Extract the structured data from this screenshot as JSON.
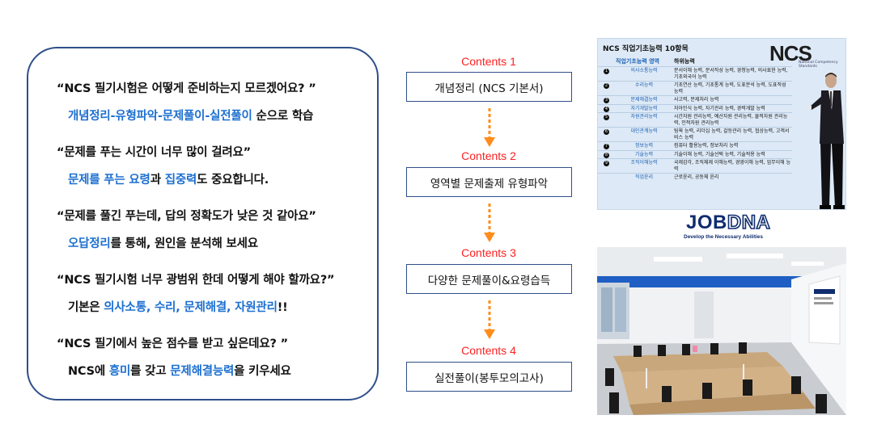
{
  "qa": [
    {
      "question": "“NCS 필기시험은 어떻게 준비하는지 모르겠어요? ”",
      "answer_parts": [
        {
          "text": "개념정리-유형파악-문제풀이-실전풀이",
          "hl": true
        },
        {
          "text": " 순으로 학습",
          "hl": false
        }
      ]
    },
    {
      "question": "“문제를 푸는 시간이 너무 많이 걸려요”",
      "answer_parts": [
        {
          "text": "문제를 푸는 요령",
          "hl": true
        },
        {
          "text": "과 ",
          "hl": false
        },
        {
          "text": "집중력",
          "hl": true
        },
        {
          "text": "도 중요합니다.",
          "hl": false
        }
      ]
    },
    {
      "question": "“문제를 풀긴 푸는데, 답의 정확도가 낮은 것 같아요”",
      "answer_parts": [
        {
          "text": "오답정리",
          "hl": true
        },
        {
          "text": "를 통해, 원인을 분석해 보세요",
          "hl": false
        }
      ]
    },
    {
      "question": "“NCS 필기시험 너무 광범위 한데 어떻게 해야 할까요?”",
      "answer_parts": [
        {
          "text": "기본은 ",
          "hl": false
        },
        {
          "text": "의사소통, 수리, 문제해결, 자원관리",
          "hl": true
        },
        {
          "text": "!!",
          "hl": false
        }
      ]
    },
    {
      "question": "“NCS 필기에서 높은 점수를 받고 싶은데요? ”",
      "answer_parts": [
        {
          "text": "NCS에 ",
          "hl": false
        },
        {
          "text": "흥미",
          "hl": true
        },
        {
          "text": "를  갖고 ",
          "hl": false
        },
        {
          "text": "문제해결능력",
          "hl": true
        },
        {
          "text": "을 키우세요",
          "hl": false
        }
      ]
    }
  ],
  "flow": [
    {
      "label": "Contents 1",
      "box": "개념정리 (NCS 기본서)"
    },
    {
      "label": "Contents 2",
      "box": "영역별 문제출제 유형파악"
    },
    {
      "label": "Contents 3",
      "box": "다양한 문제풀이&요령습득"
    },
    {
      "label": "Contents 4",
      "box": "실전풀이(봉투모의고사)"
    }
  ],
  "colors": {
    "accent_blue": "#1c6fd1",
    "label_red": "#ff1f1f",
    "arrow_orange": "#ff8c1a",
    "border_navy": "#2f4f8a"
  },
  "ncs_table": {
    "title": "NCS 직업기초능력 10항목",
    "logo": "NCS",
    "logo_sub": "National Competency Standards",
    "col_area": "직업기초능력 영역",
    "col_sub": "하위능력",
    "rows": [
      {
        "num": "1",
        "area": "의사소통능력",
        "sub": "문서이해 능력, 문서작성 능력, 경청능력, 의사표현 능력, 기초외국어 능력"
      },
      {
        "num": "2",
        "area": "수리능력",
        "sub": "기초연산 능력, 기초통계 능력, 도표분석 능력, 도표작성 능력"
      },
      {
        "num": "3",
        "area": "문제해결능력",
        "sub": "사고력, 문제처리 능력"
      },
      {
        "num": "4",
        "area": "자기개발능력",
        "sub": "자아인식 능력, 자기관리 능력, 경력개발 능력"
      },
      {
        "num": "5",
        "area": "자원관리능력",
        "sub": "시간자원 관리능력, 예산자원 관리능력, 물적자원 관리능력, 인적자원 관리능력"
      },
      {
        "num": "6",
        "area": "대인관계능력",
        "sub": "팀웍 능력, 리더십 능력, 갈등관리 능력, 협상능력, 고객서비스 능력"
      },
      {
        "num": "7",
        "area": "정보능력",
        "sub": "컴퓨터 활용능력, 정보처리 능력"
      },
      {
        "num": "8",
        "area": "기술능력",
        "sub": "기술이해 능력, 기술선택 능력, 기술적용 능력"
      },
      {
        "num": "9",
        "area": "조직이해능력",
        "sub": "국제감각, 조직체제 이해능력, 경영이해 능력, 업무이해 능력"
      },
      {
        "num": "",
        "area": "직업윤리",
        "sub": "근로윤리, 공동체 윤리"
      }
    ]
  },
  "jobdna": {
    "job": "JOB",
    "dna": "DNA",
    "tagline": "Develop the Necessary Abilities"
  }
}
